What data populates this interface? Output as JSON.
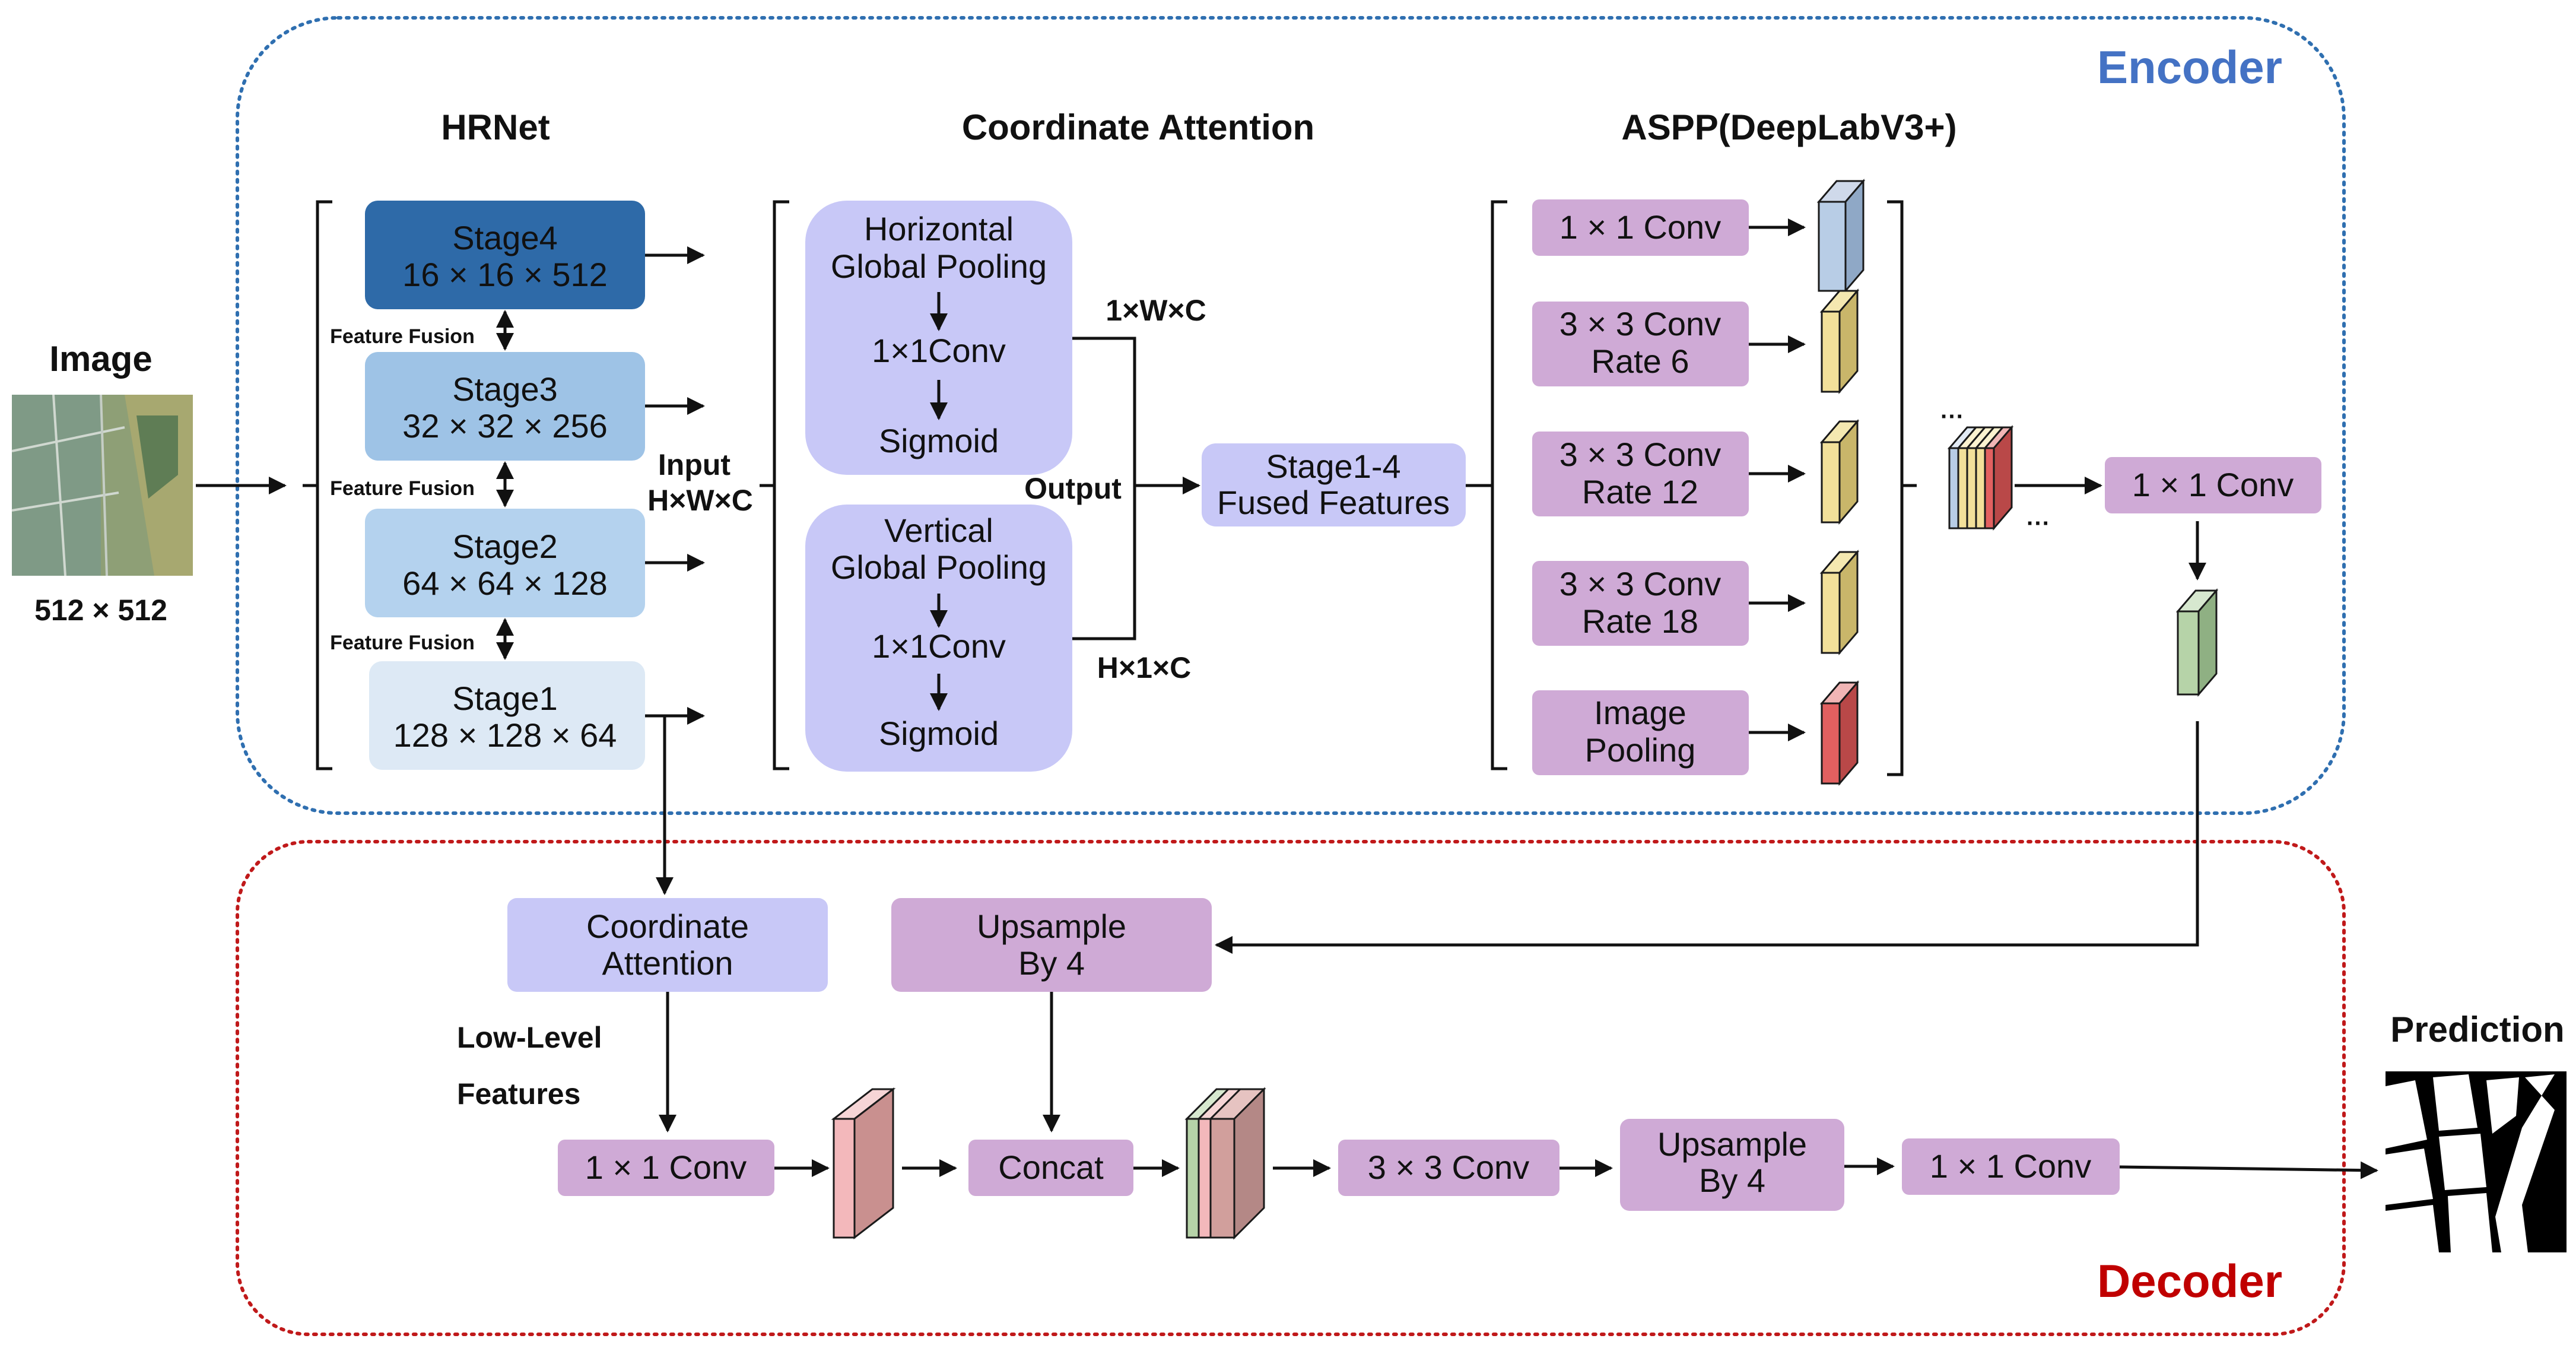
{
  "encoder_label": "Encoder",
  "decoder_label": "Decoder",
  "colors": {
    "encoder_border": "#2f6fb0",
    "decoder_border": "#c0191a",
    "encoder_label": "#4472c4",
    "decoder_label": "#c00000",
    "stage4": "#2e6aa8",
    "stage3": "#9ec3e6",
    "stage2": "#b4d2ee",
    "stage1": "#dde9f5",
    "attention": "#c8c8f7",
    "purple_box": "#cfaad6"
  },
  "input_image": {
    "label": "Image",
    "size": "512 × 512"
  },
  "hrnet": {
    "title": "HRNet",
    "stages": [
      {
        "name": "Stage4",
        "dims": "16 × 16 × 512"
      },
      {
        "name": "Stage3",
        "dims": "32 × 32 × 256"
      },
      {
        "name": "Stage2",
        "dims": "64 × 64 × 128"
      },
      {
        "name": "Stage1",
        "dims": "128 × 128 × 64"
      }
    ],
    "fusion_label": "Feature Fusion"
  },
  "coordinate_attention": {
    "title": "Coordinate Attention",
    "input_label_1": "Input",
    "input_label_2": "H×W×C",
    "horizontal": {
      "line1": "Horizontal",
      "line2": "Global Pooling",
      "conv": "1×1Conv",
      "act": "Sigmoid"
    },
    "vertical": {
      "line1": "Vertical",
      "line2": "Global Pooling",
      "conv": "1×1Conv",
      "act": "Sigmoid"
    },
    "h_out": "1×W×C",
    "v_out": "H×1×C",
    "output_label": "Output"
  },
  "fused": {
    "line1": "Stage1-4",
    "line2": "Fused Features"
  },
  "aspp": {
    "title": "ASPP(DeepLabV3+)",
    "branches": [
      {
        "line1": "1 × 1 Conv",
        "line2": ""
      },
      {
        "line1": "3 × 3 Conv",
        "line2": "Rate 6"
      },
      {
        "line1": "3 × 3 Conv",
        "line2": "Rate 12"
      },
      {
        "line1": "3 × 3 Conv",
        "line2": "Rate 18"
      },
      {
        "line1": "Image",
        "line2": "Pooling"
      }
    ],
    "post_conv": "1 × 1 Conv",
    "dots": "···"
  },
  "decoder": {
    "coord_attention": {
      "line1": "Coordinate",
      "line2": "Attention"
    },
    "upsample1": {
      "line1": "Upsample",
      "line2": "By 4"
    },
    "low_level_1": "Low-Level",
    "low_level_2": "Features",
    "conv1": "1 × 1 Conv",
    "concat": "Concat",
    "conv3": "3 × 3 Conv",
    "upsample2": {
      "line1": "Upsample",
      "line2": "By 4"
    },
    "conv_final": "1 × 1 Conv"
  },
  "prediction_label": "Prediction"
}
